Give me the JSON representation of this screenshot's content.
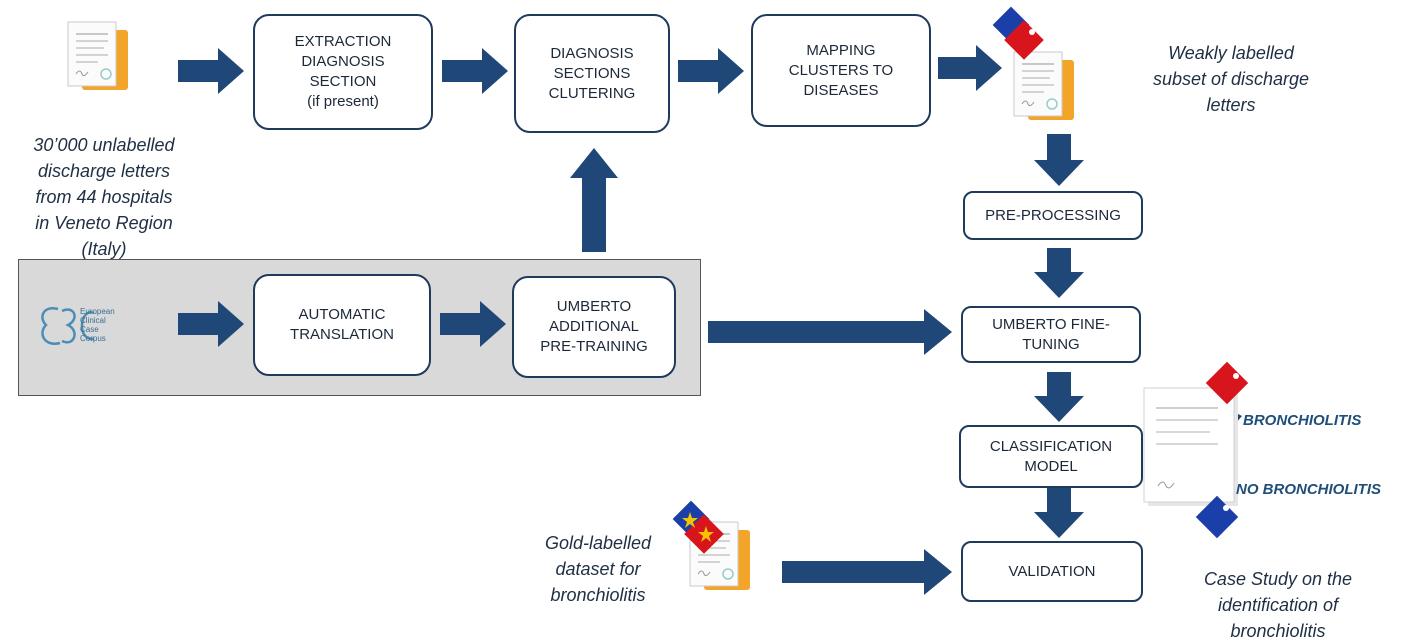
{
  "colors": {
    "arrow": "#1f4777",
    "node_border": "#1f3b5c",
    "panel": "#d9d9d9",
    "tag_red": "#d8141c",
    "tag_blue": "#1a3fa8",
    "outcome_text": "#1f4e79"
  },
  "nodes": {
    "extraction": "EXTRACTION\nDIAGNOSIS\nSECTION\n(if present)",
    "clustering": "DIAGNOSIS\nSECTIONS\nCLUTERING",
    "mapping": "MAPPING\nCLUSTERS TO\nDISEASES",
    "preprocessing": "PRE-PROCESSING",
    "automatic_translation": "AUTOMATIC\nTRANSLATION",
    "umberto_pretraining": "UMBERTO\nADDITIONAL\nPRE-TRAINING",
    "umberto_finetuning": "UMBERTO FINE-\nTUNING",
    "classification": "CLASSIFICATION\nMODEL",
    "validation": "VALIDATION"
  },
  "captions": {
    "unlabelled": "30’000 unlabelled\ndischarge letters\nfrom 44 hospitals\nin Veneto Region\n(Italy)",
    "weakly": "Weakly labelled\nsubset of discharge\nletters",
    "gold": "Gold-labelled\ndataset for\nbronchiolitis",
    "case_study": "Case Study on the\nidentification of\nbronchiolitis"
  },
  "outcomes": {
    "positive": "BRONCHIOLITIS",
    "negative": "NO BRONCHIOLITIS"
  },
  "logo": {
    "mark": "E3C",
    "text": "European\nClinical\nCase\nCorpus"
  },
  "icons": [
    "document-icon",
    "tag-icon",
    "star-icon",
    "arrow-icon"
  ]
}
